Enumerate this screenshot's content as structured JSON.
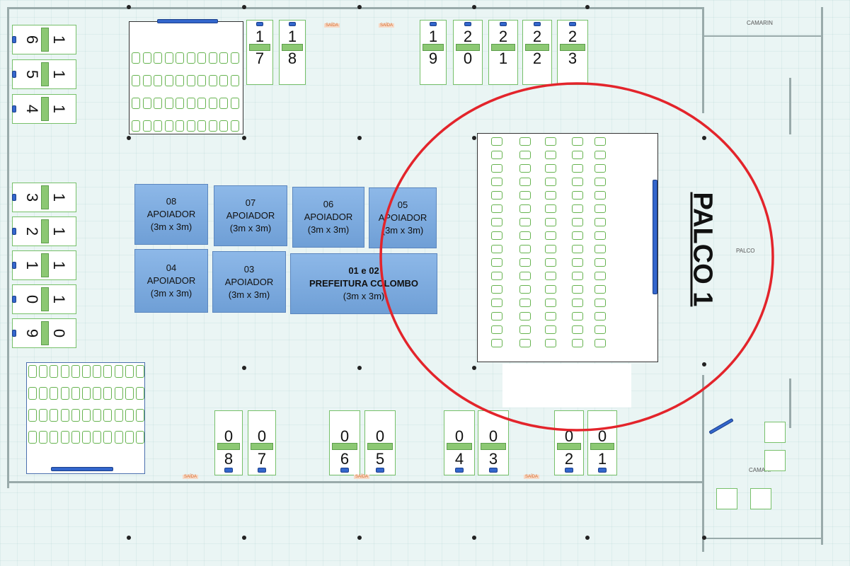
{
  "stage": {
    "title": "PALCO 1",
    "label": "PALCO",
    "highlight_color": "#e3242b"
  },
  "rooms": {
    "camarin_top": "CAMARIN",
    "camarin_bottom": "CAMARI"
  },
  "doors": {
    "saida": "SAÍDA"
  },
  "stalls_left": [
    {
      "d1": "6",
      "d2": "1"
    },
    {
      "d1": "5",
      "d2": "1"
    },
    {
      "d1": "4",
      "d2": "1"
    },
    {
      "d1": "3",
      "d2": "1"
    },
    {
      "d1": "2",
      "d2": "1"
    },
    {
      "d1": "1",
      "d2": "1"
    },
    {
      "d1": "0",
      "d2": "1"
    },
    {
      "d1": "9",
      "d2": "0"
    }
  ],
  "stalls_top": [
    {
      "top": "1",
      "bottom": "7"
    },
    {
      "top": "1",
      "bottom": "8"
    },
    {
      "top": "1",
      "bottom": "9"
    },
    {
      "top": "2",
      "bottom": "0"
    },
    {
      "top": "2",
      "bottom": "1"
    },
    {
      "top": "2",
      "bottom": "2"
    },
    {
      "top": "2",
      "bottom": "3"
    }
  ],
  "stalls_bottom": [
    {
      "top": "0",
      "bottom": "8"
    },
    {
      "top": "0",
      "bottom": "7"
    },
    {
      "top": "0",
      "bottom": "6"
    },
    {
      "top": "0",
      "bottom": "5"
    },
    {
      "top": "0",
      "bottom": "4"
    },
    {
      "top": "0",
      "bottom": "3"
    },
    {
      "top": "0",
      "bottom": "2"
    },
    {
      "top": "0",
      "bottom": "1"
    }
  ],
  "supporters": [
    {
      "num": "08",
      "name": "APOIADOR",
      "size": "(3m x 3m)"
    },
    {
      "num": "07",
      "name": "APOIADOR",
      "size": "(3m x 3m)"
    },
    {
      "num": "06",
      "name": "APOIADOR",
      "size": "(3m x 3m)"
    },
    {
      "num": "05",
      "name": "APOIADOR",
      "size": "(3m x 3m)"
    },
    {
      "num": "04",
      "name": "APOIADOR",
      "size": "(3m x 3m)"
    },
    {
      "num": "03",
      "name": "APOIADOR",
      "size": "(3m x 3m)"
    },
    {
      "num": "01 e 02",
      "name": "PREFEITURA COLOMBO",
      "size": "(3m x 3m)"
    }
  ]
}
